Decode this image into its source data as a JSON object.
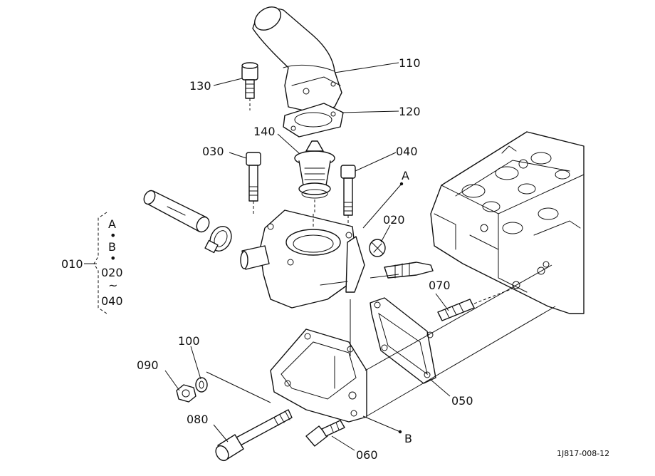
{
  "callouts": {
    "p110": "110",
    "p120": "120",
    "p130": "130",
    "p140": "140",
    "p030": "030",
    "p040": "040",
    "p020": "020",
    "p070": "070",
    "p050": "050",
    "p100": "100",
    "p090": "090",
    "p080": "080",
    "p060": "060",
    "p010": "010",
    "refA": "A",
    "refB": "B"
  },
  "assembly_group": {
    "line1": "A",
    "dot1": "•",
    "line2": "B",
    "dot2": "•",
    "line3": "020",
    "tilde": "~",
    "line4": "040"
  },
  "figure_code": "1J817-008-12"
}
